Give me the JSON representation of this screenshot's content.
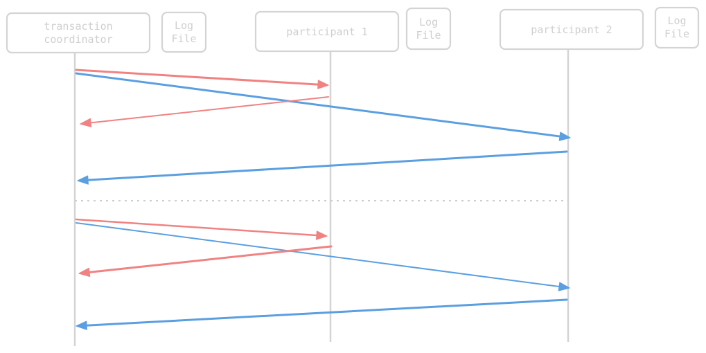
{
  "actors": [
    {
      "id": "coordinator",
      "label": [
        "transaction",
        "coordinator"
      ]
    },
    {
      "id": "coordinator-log",
      "label": [
        "Log",
        "File"
      ]
    },
    {
      "id": "participant-1",
      "label": [
        "participant 1"
      ]
    },
    {
      "id": "participant-1-log",
      "label": [
        "Log",
        "File"
      ]
    },
    {
      "id": "participant-2",
      "label": [
        "participant 2"
      ]
    },
    {
      "id": "participant-2-log",
      "label": [
        "Log",
        "File"
      ]
    }
  ],
  "colors": {
    "participant_1_messages": "#f08282",
    "participant_2_messages": "#5a9fe0",
    "box_stroke": "#d4d4d4",
    "text": "#cfcfcf"
  },
  "phases": [
    {
      "messages": [
        {
          "from": "coordinator",
          "to": "participant-1",
          "color": "participant_1_messages"
        },
        {
          "from": "coordinator",
          "to": "participant-2",
          "color": "participant_2_messages"
        },
        {
          "from": "participant-1",
          "to": "coordinator",
          "color": "participant_1_messages"
        },
        {
          "from": "participant-2",
          "to": "coordinator",
          "color": "participant_2_messages"
        }
      ]
    },
    {
      "messages": [
        {
          "from": "coordinator",
          "to": "participant-1",
          "color": "participant_1_messages"
        },
        {
          "from": "coordinator",
          "to": "participant-2",
          "color": "participant_2_messages"
        },
        {
          "from": "participant-1",
          "to": "coordinator",
          "color": "participant_1_messages"
        },
        {
          "from": "participant-2",
          "to": "coordinator",
          "color": "participant_2_messages"
        }
      ]
    }
  ]
}
